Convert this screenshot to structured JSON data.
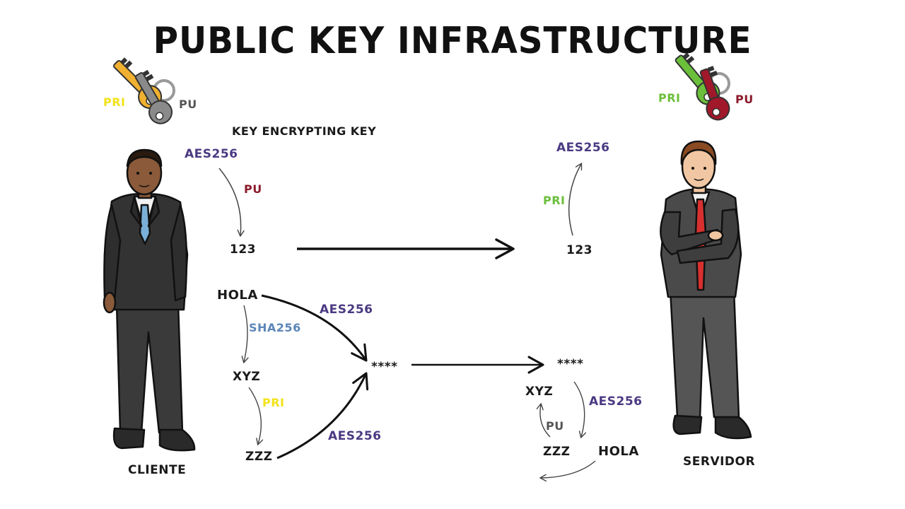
{
  "title": "PUBLIC KEY INFRASTRUCTURE",
  "key_encrypting_key_label": "KEY ENCRYPTING KEY",
  "client": {
    "name": "CLIENTE",
    "keys": {
      "private_label": "PRI",
      "public_label": "PU"
    }
  },
  "server": {
    "name": "SERVIDOR",
    "keys": {
      "private_label": "PRI",
      "public_label": "PU"
    }
  },
  "client_flow": {
    "aes_top": "AES256",
    "pu_label": "PU",
    "encrypted_key": "123",
    "message": "HOLA",
    "sha_label": "SHA256",
    "hash": "XYZ",
    "pri_label": "PRI",
    "signed_hash": "ZZZ",
    "aes_upper": "AES256",
    "aes_lower": "AES256",
    "cipher": "****"
  },
  "server_flow": {
    "aes_top": "AES256",
    "pri_label": "PRI",
    "encrypted_key": "123",
    "cipher": "****",
    "hash": "XYZ",
    "aes_label": "AES256",
    "pu_label": "PU",
    "signed_hash": "ZZZ",
    "message": "HOLA"
  },
  "colors": {
    "purple": "#4b3a82",
    "maroon": "#8a1a2a",
    "green": "#6bbf3a",
    "yellow": "#f2e21a",
    "blue": "#5b86b8",
    "client_key_private": "#f0b030",
    "client_key_public": "#8a8a8a",
    "server_key_private": "#6bbf3a",
    "server_key_public": "#a0182a"
  }
}
